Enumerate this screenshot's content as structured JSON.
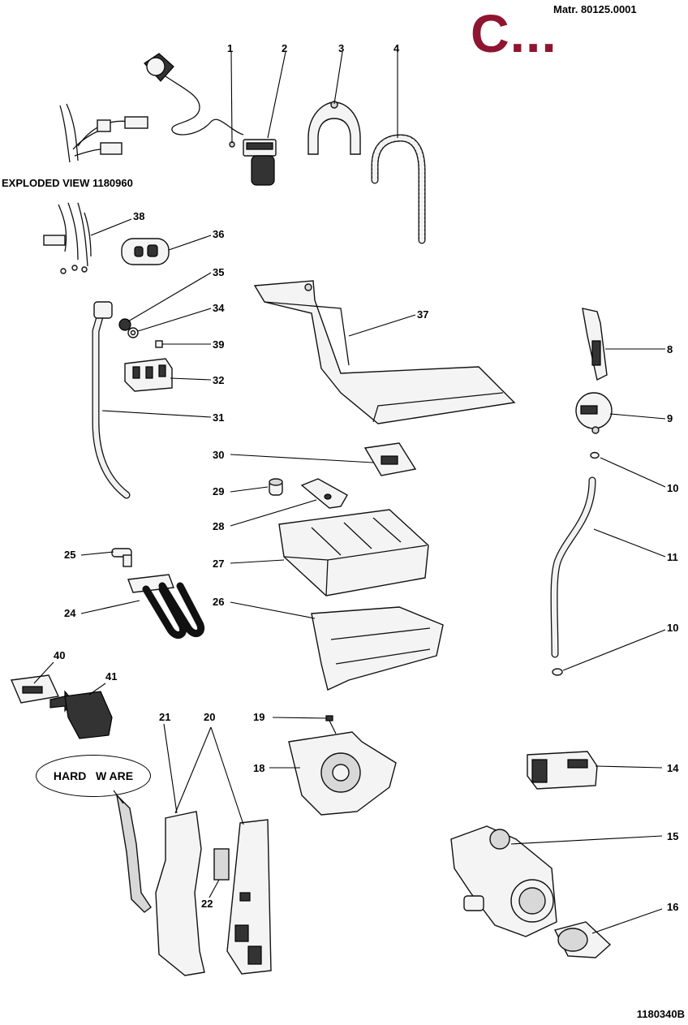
{
  "header": {
    "matr": "Matr. 80125.0001",
    "brand_letter": "C...",
    "brand_color": "#8f1530"
  },
  "exploded_view": "EXPLODED VIEW 1180960",
  "hardware_label": "HARD   W ARE",
  "drawing_ref": "1180340B",
  "labels": {
    "p1": "1",
    "p2": "2",
    "p3": "3",
    "p4": "4",
    "p8": "8",
    "p9": "9",
    "p10a": "10",
    "p10b": "10",
    "p11": "11",
    "p14": "14",
    "p15": "15",
    "p16": "16",
    "p18": "18",
    "p19": "19",
    "p20": "20",
    "p21": "21",
    "p22": "22",
    "p24": "24",
    "p25": "25",
    "p26": "26",
    "p27": "27",
    "p28": "28",
    "p29": "29",
    "p30": "30",
    "p31": "31",
    "p32": "32",
    "p34": "34",
    "p35": "35",
    "p36": "36",
    "p37": "37",
    "p38": "38",
    "p39": "39",
    "p40": "40",
    "p41": "41"
  }
}
